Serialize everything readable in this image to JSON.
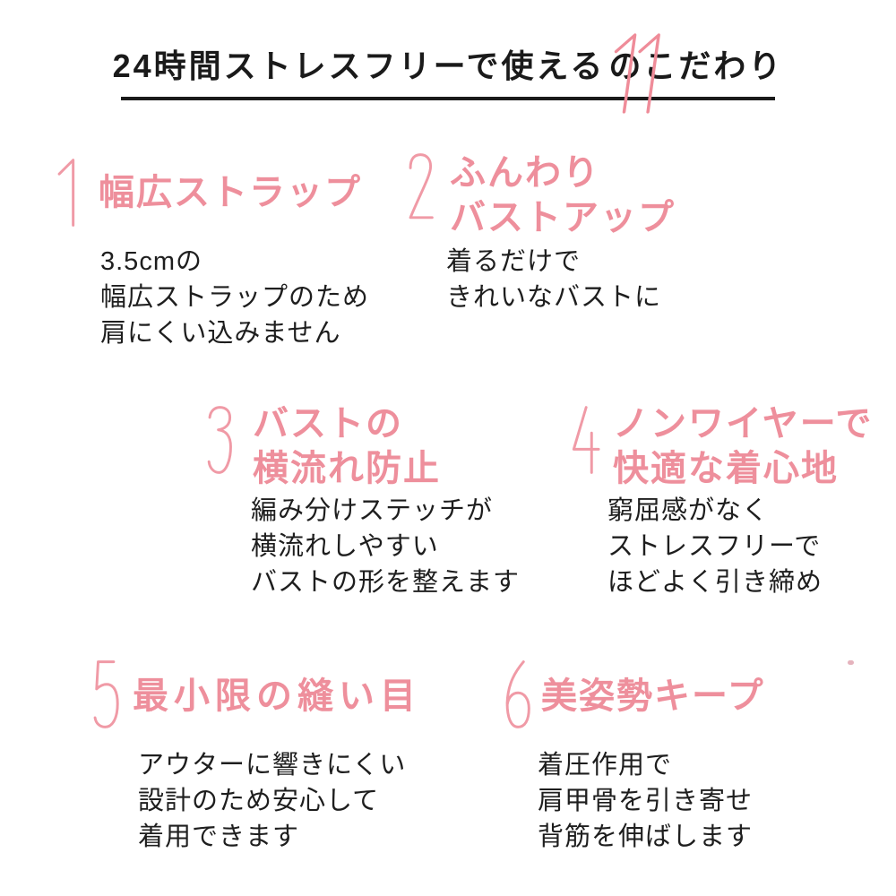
{
  "colors": {
    "accent_pink": "#ee8f9c",
    "numeral_pink": "#f09aa6",
    "header_number_pink": "#ef8c99",
    "text_dark": "#1e1e1e",
    "underline_black": "#1a1a1a",
    "background": "#ffffff"
  },
  "header": {
    "prefix": "24時間ストレスフリーで使える",
    "highlight_number": "11",
    "suffix": "のこだわり"
  },
  "features": [
    {
      "number": "1",
      "title_lines": [
        "幅広ストラップ"
      ],
      "body_lines": [
        "3.5cmの",
        "幅広ストラップのため",
        "肩にくい込みません"
      ]
    },
    {
      "number": "2",
      "title_lines": [
        "ふんわり",
        "バストアップ"
      ],
      "body_lines": [
        "着るだけで",
        "きれいなバストに"
      ]
    },
    {
      "number": "3",
      "title_lines": [
        "バストの",
        "横流れ防止"
      ],
      "body_lines": [
        "編み分けステッチが",
        "横流れしやすい",
        "バストの形を整えます"
      ]
    },
    {
      "number": "4",
      "title_lines": [
        "ノンワイヤーで",
        "快適な着心地"
      ],
      "body_lines": [
        "窮屈感がなく",
        "ストレスフリーで",
        "ほどよく引き締め"
      ]
    },
    {
      "number": "5",
      "title_lines": [
        "最小限の縫い目"
      ],
      "body_lines": [
        "アウターに響きにくい",
        "設計のため安心して",
        "着用できます"
      ]
    },
    {
      "number": "6",
      "title_lines": [
        "美姿勢キープ"
      ],
      "body_lines": [
        "着圧作用で",
        "肩甲骨を引き寄せ",
        "背筋を伸ばします"
      ]
    }
  ]
}
